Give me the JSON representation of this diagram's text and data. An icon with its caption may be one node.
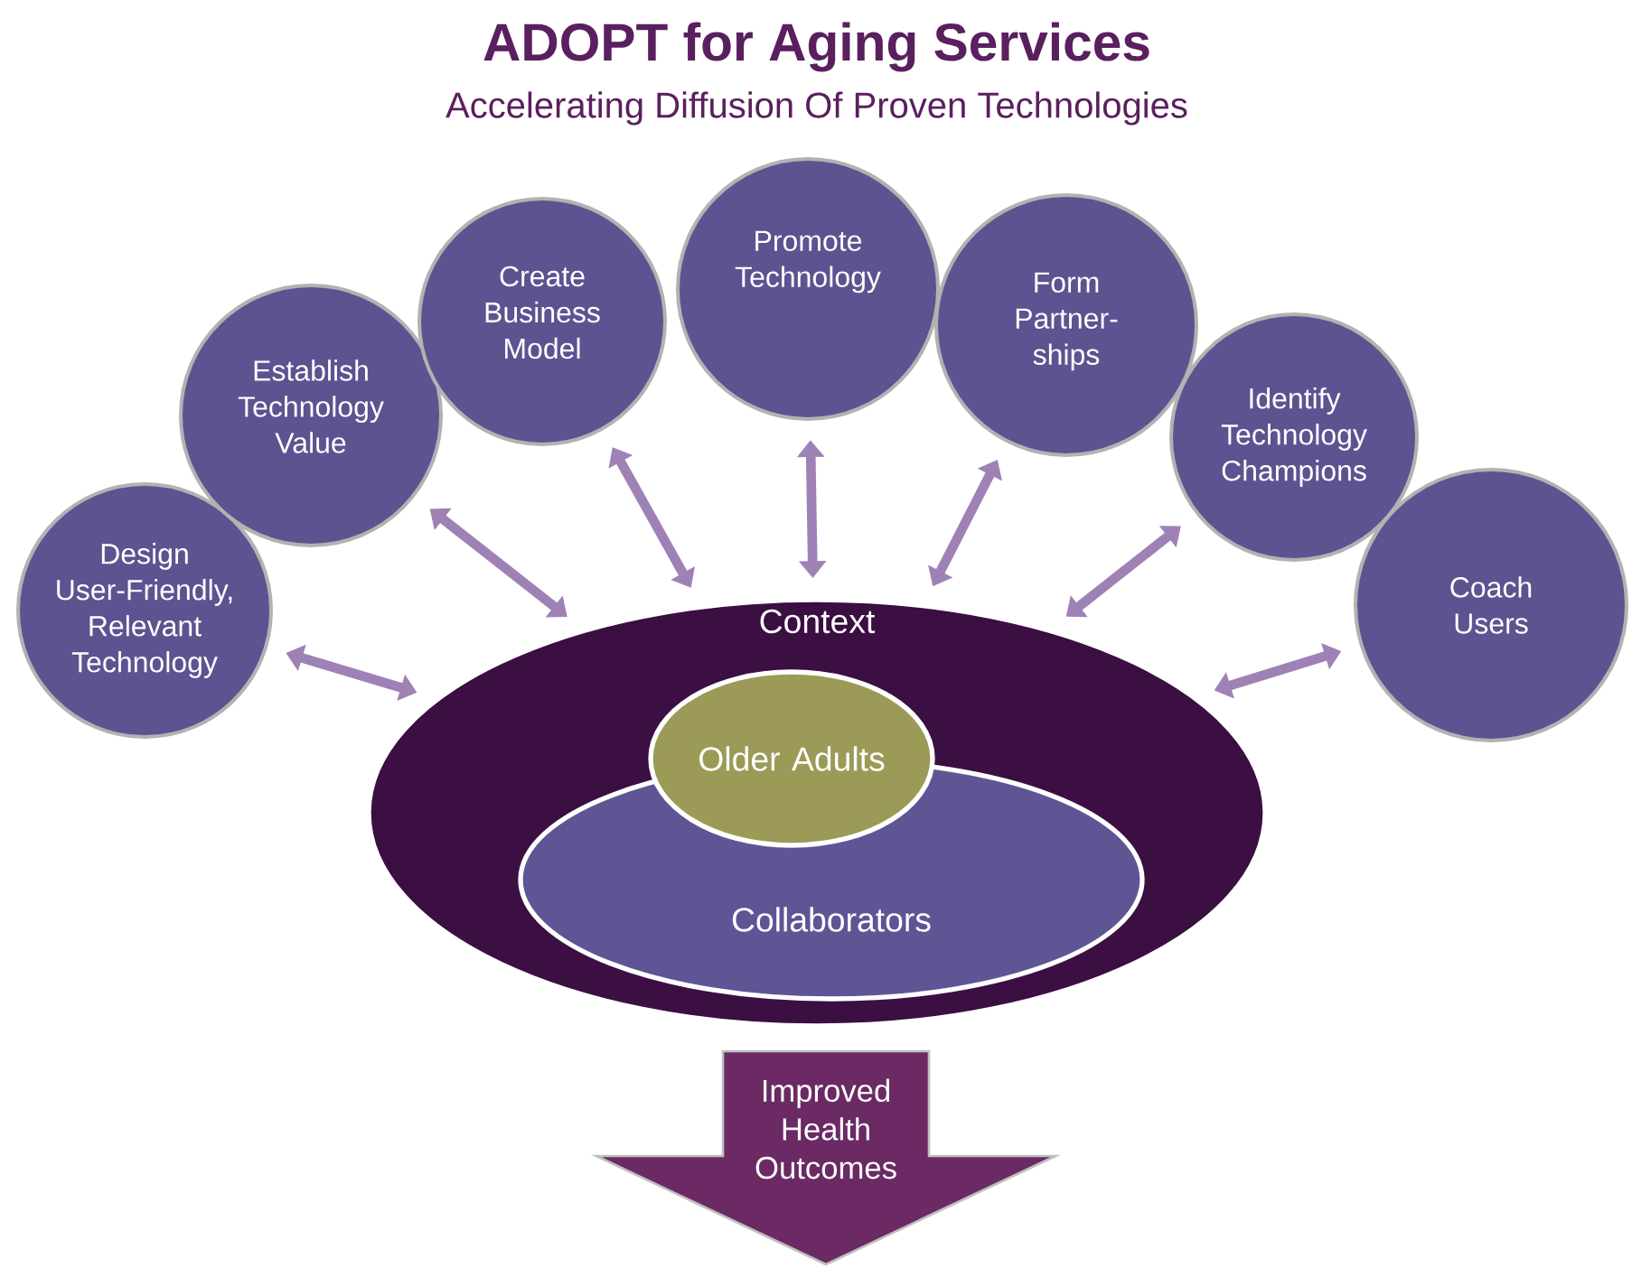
{
  "diagram": {
    "title": "ADOPT for Aging Services",
    "caption": "Accelerating Diffusion Of Proven Technologies",
    "nodes": [
      {
        "text": [
          "Design User-Friendly, Relevant Technology"
        ]
      },
      {
        "text": [
          "Establish Technology Value"
        ]
      },
      {
        "text": [
          "Create Business Model"
        ]
      },
      {
        "text": [
          "Promote Technology"
        ]
      },
      {
        "text": [
          "Form Partner-ships"
        ]
      },
      {
        "text": [
          "Identify Technology Champions"
        ]
      },
      {
        "text": [
          "Coach Users"
        ]
      },
      {
        "text": [
          "Context"
        ]
      },
      {
        "text": [
          "Collaborators"
        ],
        "in": 7
      },
      {
        "text": [
          "Older Adults"
        ],
        "in": 7
      },
      {
        "text": [
          "Improved Health Outcomes"
        ]
      }
    ],
    "edges": [
      {
        "from": 0,
        "to": 7,
        "arrow": "both"
      },
      {
        "from": 1,
        "to": 7,
        "arrow": "both"
      },
      {
        "from": 2,
        "to": 7,
        "arrow": "both"
      },
      {
        "from": 3,
        "to": 7,
        "arrow": "both"
      },
      {
        "from": 4,
        "to": 7,
        "arrow": "both"
      },
      {
        "from": 5,
        "to": 7,
        "arrow": "both"
      },
      {
        "from": 6,
        "to": 7,
        "arrow": "both"
      }
    ]
  }
}
